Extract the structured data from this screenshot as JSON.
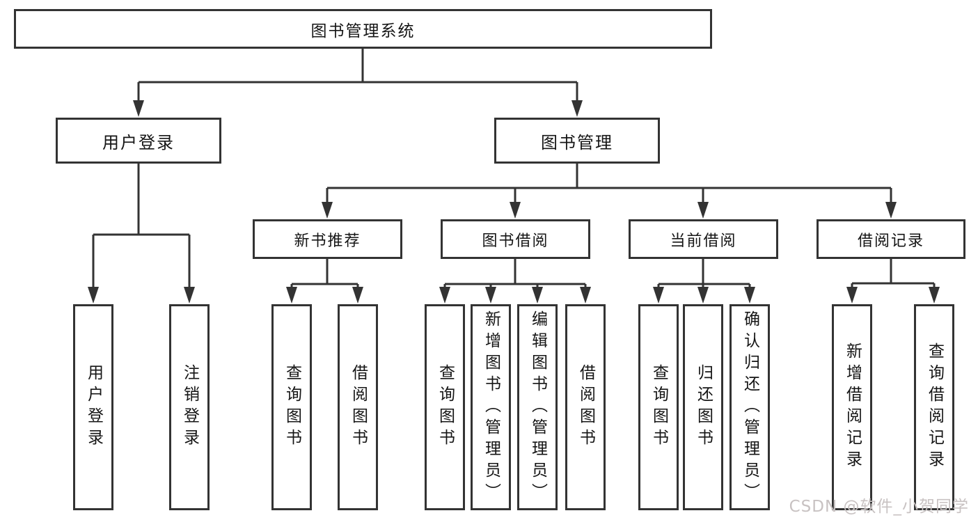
{
  "tree": {
    "root": "图书管理系统",
    "branches": [
      {
        "label": "用户登录",
        "children": [
          "用户登录",
          "注销登录"
        ]
      },
      {
        "label": "图书管理",
        "children": [
          {
            "label": "新书推荐",
            "children": [
              "查询图书",
              "借阅图书"
            ]
          },
          {
            "label": "图书借阅",
            "children": [
              "查询图书",
              "新增图书（管理员）",
              "编辑图书（管理员）",
              "借阅图书"
            ]
          },
          {
            "label": "当前借阅",
            "children": [
              "查询图书",
              "归还图书",
              "确认归还（管理员）"
            ]
          },
          {
            "label": "借阅记录",
            "children": [
              "新增借阅记录",
              "查询借阅记录"
            ]
          }
        ]
      }
    ]
  },
  "watermark": "CSDN @软件_小贺同学",
  "colors": {
    "line": "#333333",
    "box_border": "#333333",
    "box_fill": "#ffffff",
    "text": "#151515",
    "watermark": "#c8c2c2",
    "background": "#ffffff"
  }
}
